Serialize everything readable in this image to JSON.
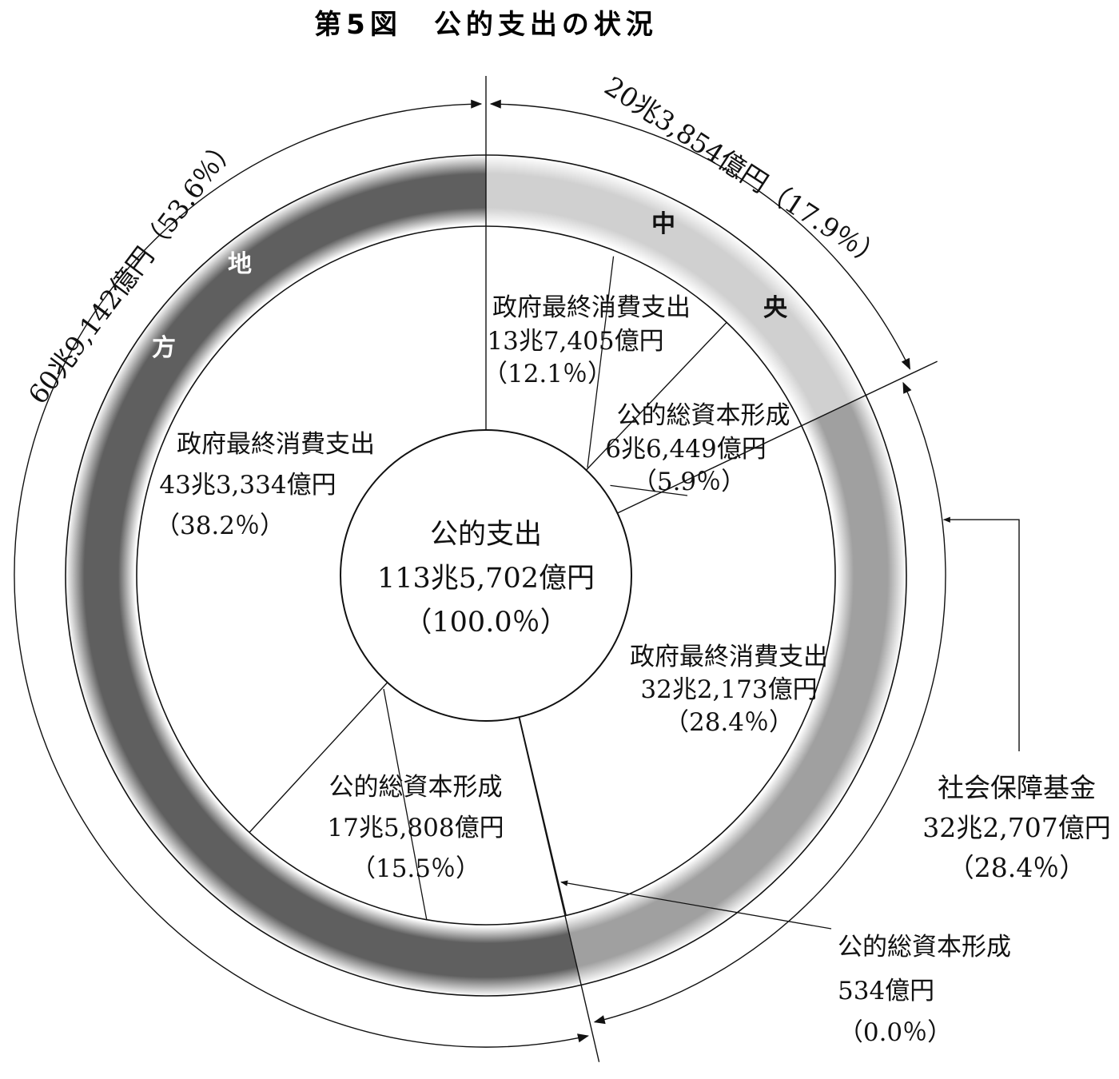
{
  "title": "第5図　公的支出の状況",
  "chart_data": {
    "type": "pie",
    "unit": "億円",
    "center": {
      "label": "公的支出",
      "value": "113兆5,702億円",
      "percent": "（100.0％）",
      "amount": 1135702,
      "pct": 100.0
    },
    "slices": [
      {
        "sector": "中央",
        "name": "政府最終消費支出",
        "value_text": "13兆7,405億円",
        "percent_text": "（12.1％）",
        "amount": 137405,
        "pct": 12.1
      },
      {
        "sector": "中央",
        "name": "公的総資本形成",
        "value_text": "6兆6,449億円",
        "percent_text": "（5.9％）",
        "amount": 66449,
        "pct": 5.9
      },
      {
        "sector": "社会保障基金",
        "name": "政府最終消費支出",
        "value_text": "32兆2,173億円",
        "percent_text": "（28.4％）",
        "amount": 322173,
        "pct": 28.4
      },
      {
        "sector": "社会保障基金",
        "name": "公的総資本形成",
        "value_text": "534億円",
        "percent_text": "（0.0％）",
        "amount": 534,
        "pct": 0.0
      },
      {
        "sector": "地方",
        "name": "公的総資本形成",
        "value_text": "17兆5,808億円",
        "percent_text": "（15.5％）",
        "amount": 175808,
        "pct": 15.5
      },
      {
        "sector": "地方",
        "name": "政府最終消費支出",
        "value_text": "43兆3,334億円",
        "percent_text": "（38.2％）",
        "amount": 433334,
        "pct": 38.2
      }
    ],
    "sectors": [
      {
        "name": "中央",
        "chars": [
          "中",
          "央"
        ],
        "total_text": "20兆3,854億円（17.9％）",
        "amount": 203854,
        "pct": 17.9,
        "ring_color": "#d0d0d0"
      },
      {
        "name": "社会保障基金",
        "total_lines": [
          "社会保障基金",
          "32兆2,707億円",
          "（28.4％）"
        ],
        "amount": 322707,
        "pct": 28.4,
        "ring_color": "#a0a0a0"
      },
      {
        "name": "地方",
        "chars": [
          "地",
          "方"
        ],
        "total_text": "60兆9,142億円（53.6％）",
        "amount": 609142,
        "pct": 53.6,
        "ring_color": "#5f5f5f"
      }
    ]
  }
}
